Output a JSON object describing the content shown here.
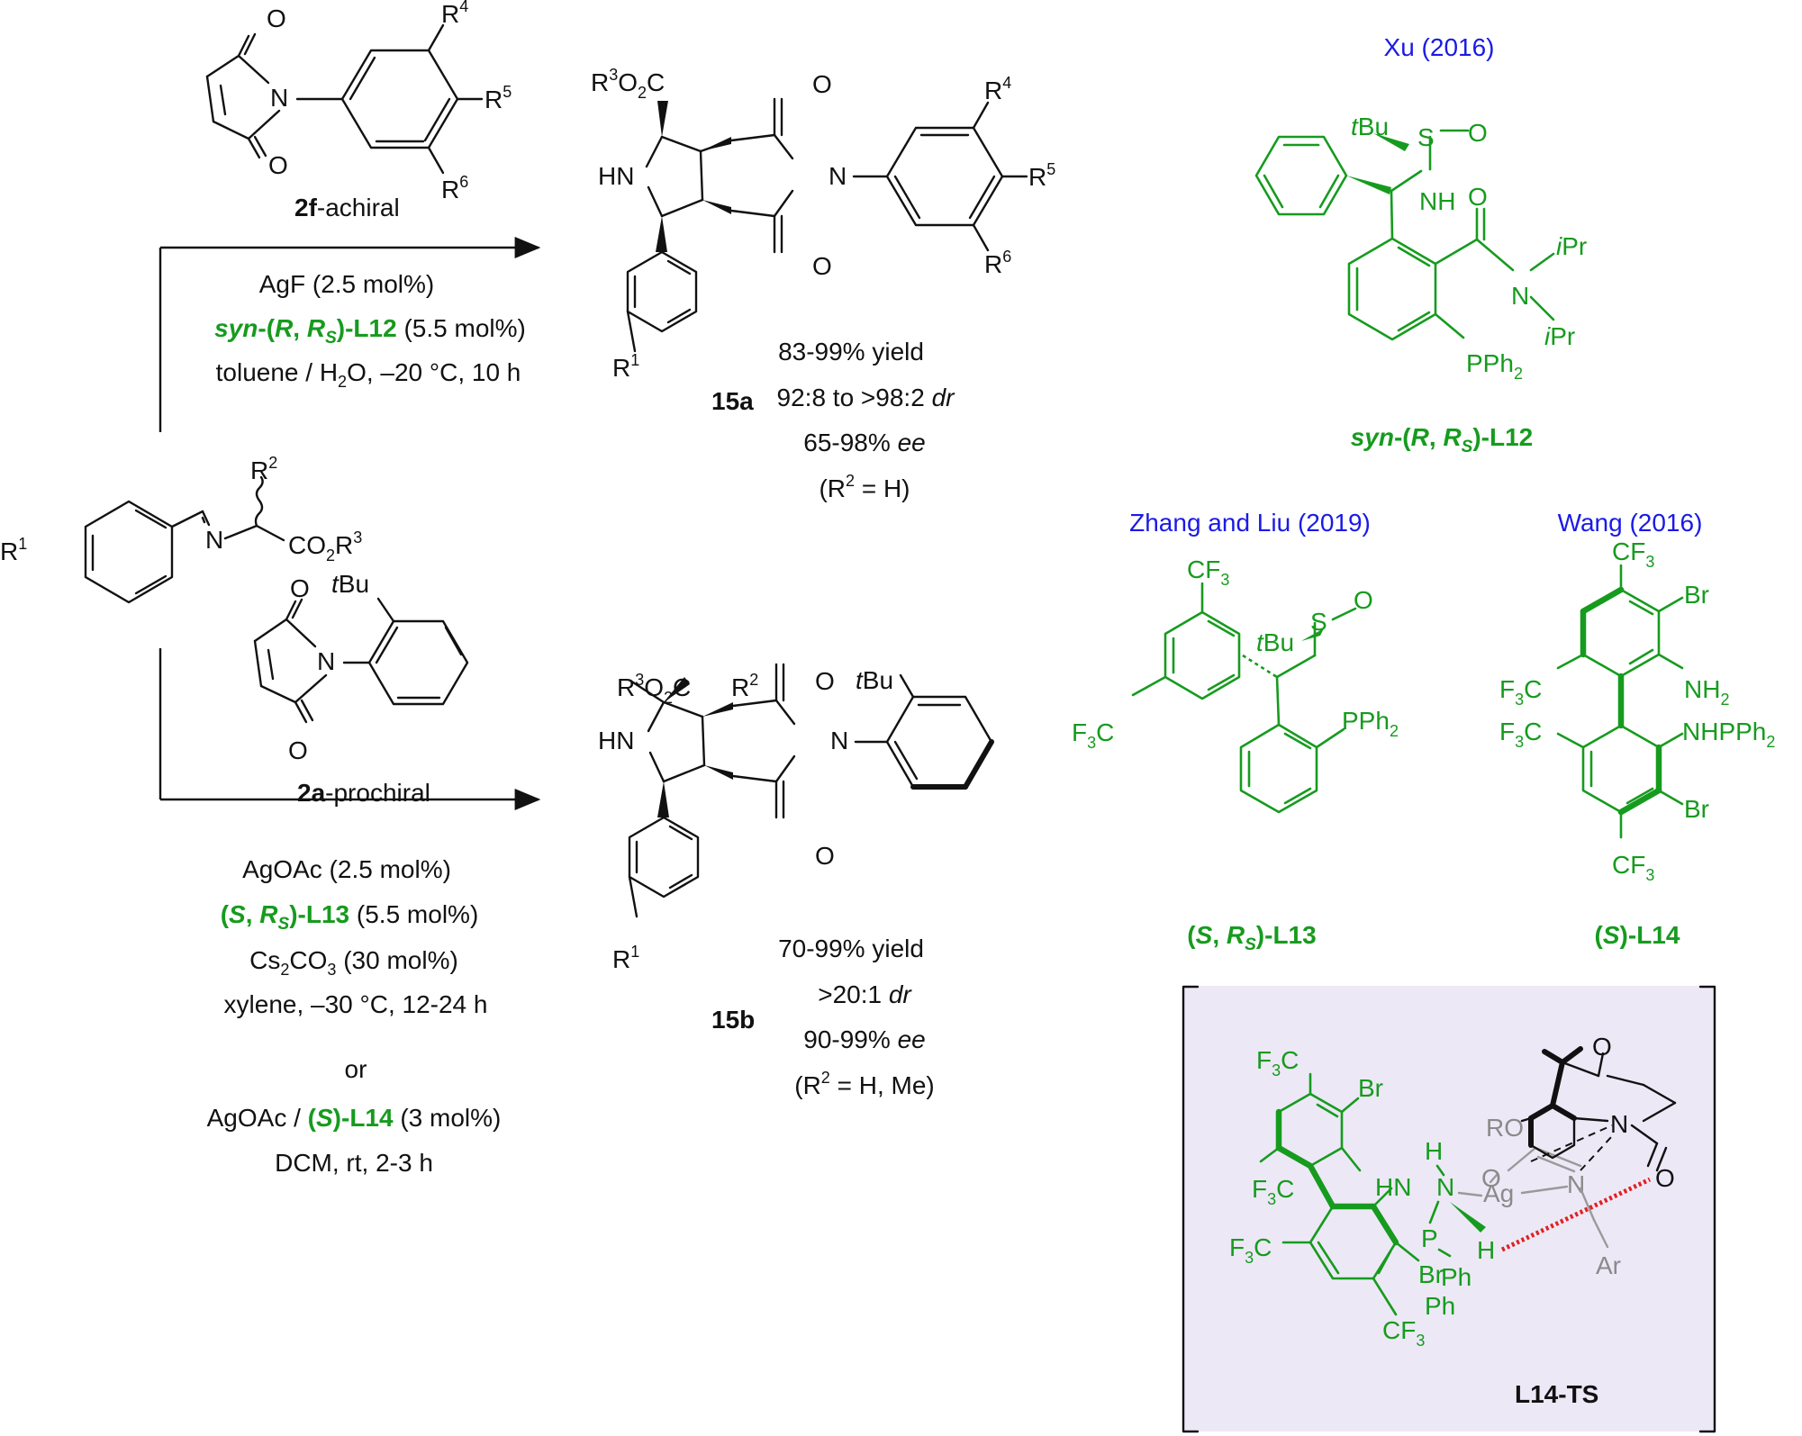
{
  "upper_reaction": {
    "reagent_compound": "2f-achiral",
    "reagent_bold": "2f",
    "reagent_suffix": "-achiral",
    "conditions": [
      "AgF (2.5 mol%)",
      "syn-(R, RS)-L12 (5.5 mol%)",
      "toluene / H2O, –20 °C, 10 h"
    ],
    "ligand_text": "syn-(R, RS)-L12",
    "ligand_amount": "(5.5 mol%)",
    "product_label": "15a",
    "results": [
      "83-99% yield",
      "92:8 to >98:2 dr",
      "65-98% ee",
      "(R2 = H)"
    ]
  },
  "lower_reaction": {
    "reagent_compound": "2a-prochiral",
    "reagent_bold": "2a",
    "reagent_suffix": "-prochiral",
    "conditions": [
      "AgOAc (2.5 mol%)",
      "(S, RS)-L13 (5.5 mol%)",
      "Cs2CO3 (30 mol%)",
      "xylene, –30 °C, 12-24 h",
      "or",
      "AgOAc / (S)-L14 (3 mol%)",
      "DCM, rt, 2-3 h"
    ],
    "product_label": "15b",
    "results": [
      "70-99% yield",
      ">20:1 dr",
      "90-99% ee",
      "(R2 = H, Me)"
    ]
  },
  "ligands": [
    {
      "citation": "Xu (2016)",
      "name": "syn-(R, RS)-L12"
    },
    {
      "citation": "Zhang and Liu (2019)",
      "name": "(S, RS)-L13"
    },
    {
      "citation": "Wang (2016)",
      "name": "(S)-L14"
    }
  ],
  "transition_state": {
    "label": "L14-TS",
    "background": "#EDE8F6"
  },
  "colors": {
    "ligand": "#169B1E",
    "citation": "#1A1AE6",
    "ts_gray": "#8a8a8a",
    "h_bond": "#E02020"
  }
}
